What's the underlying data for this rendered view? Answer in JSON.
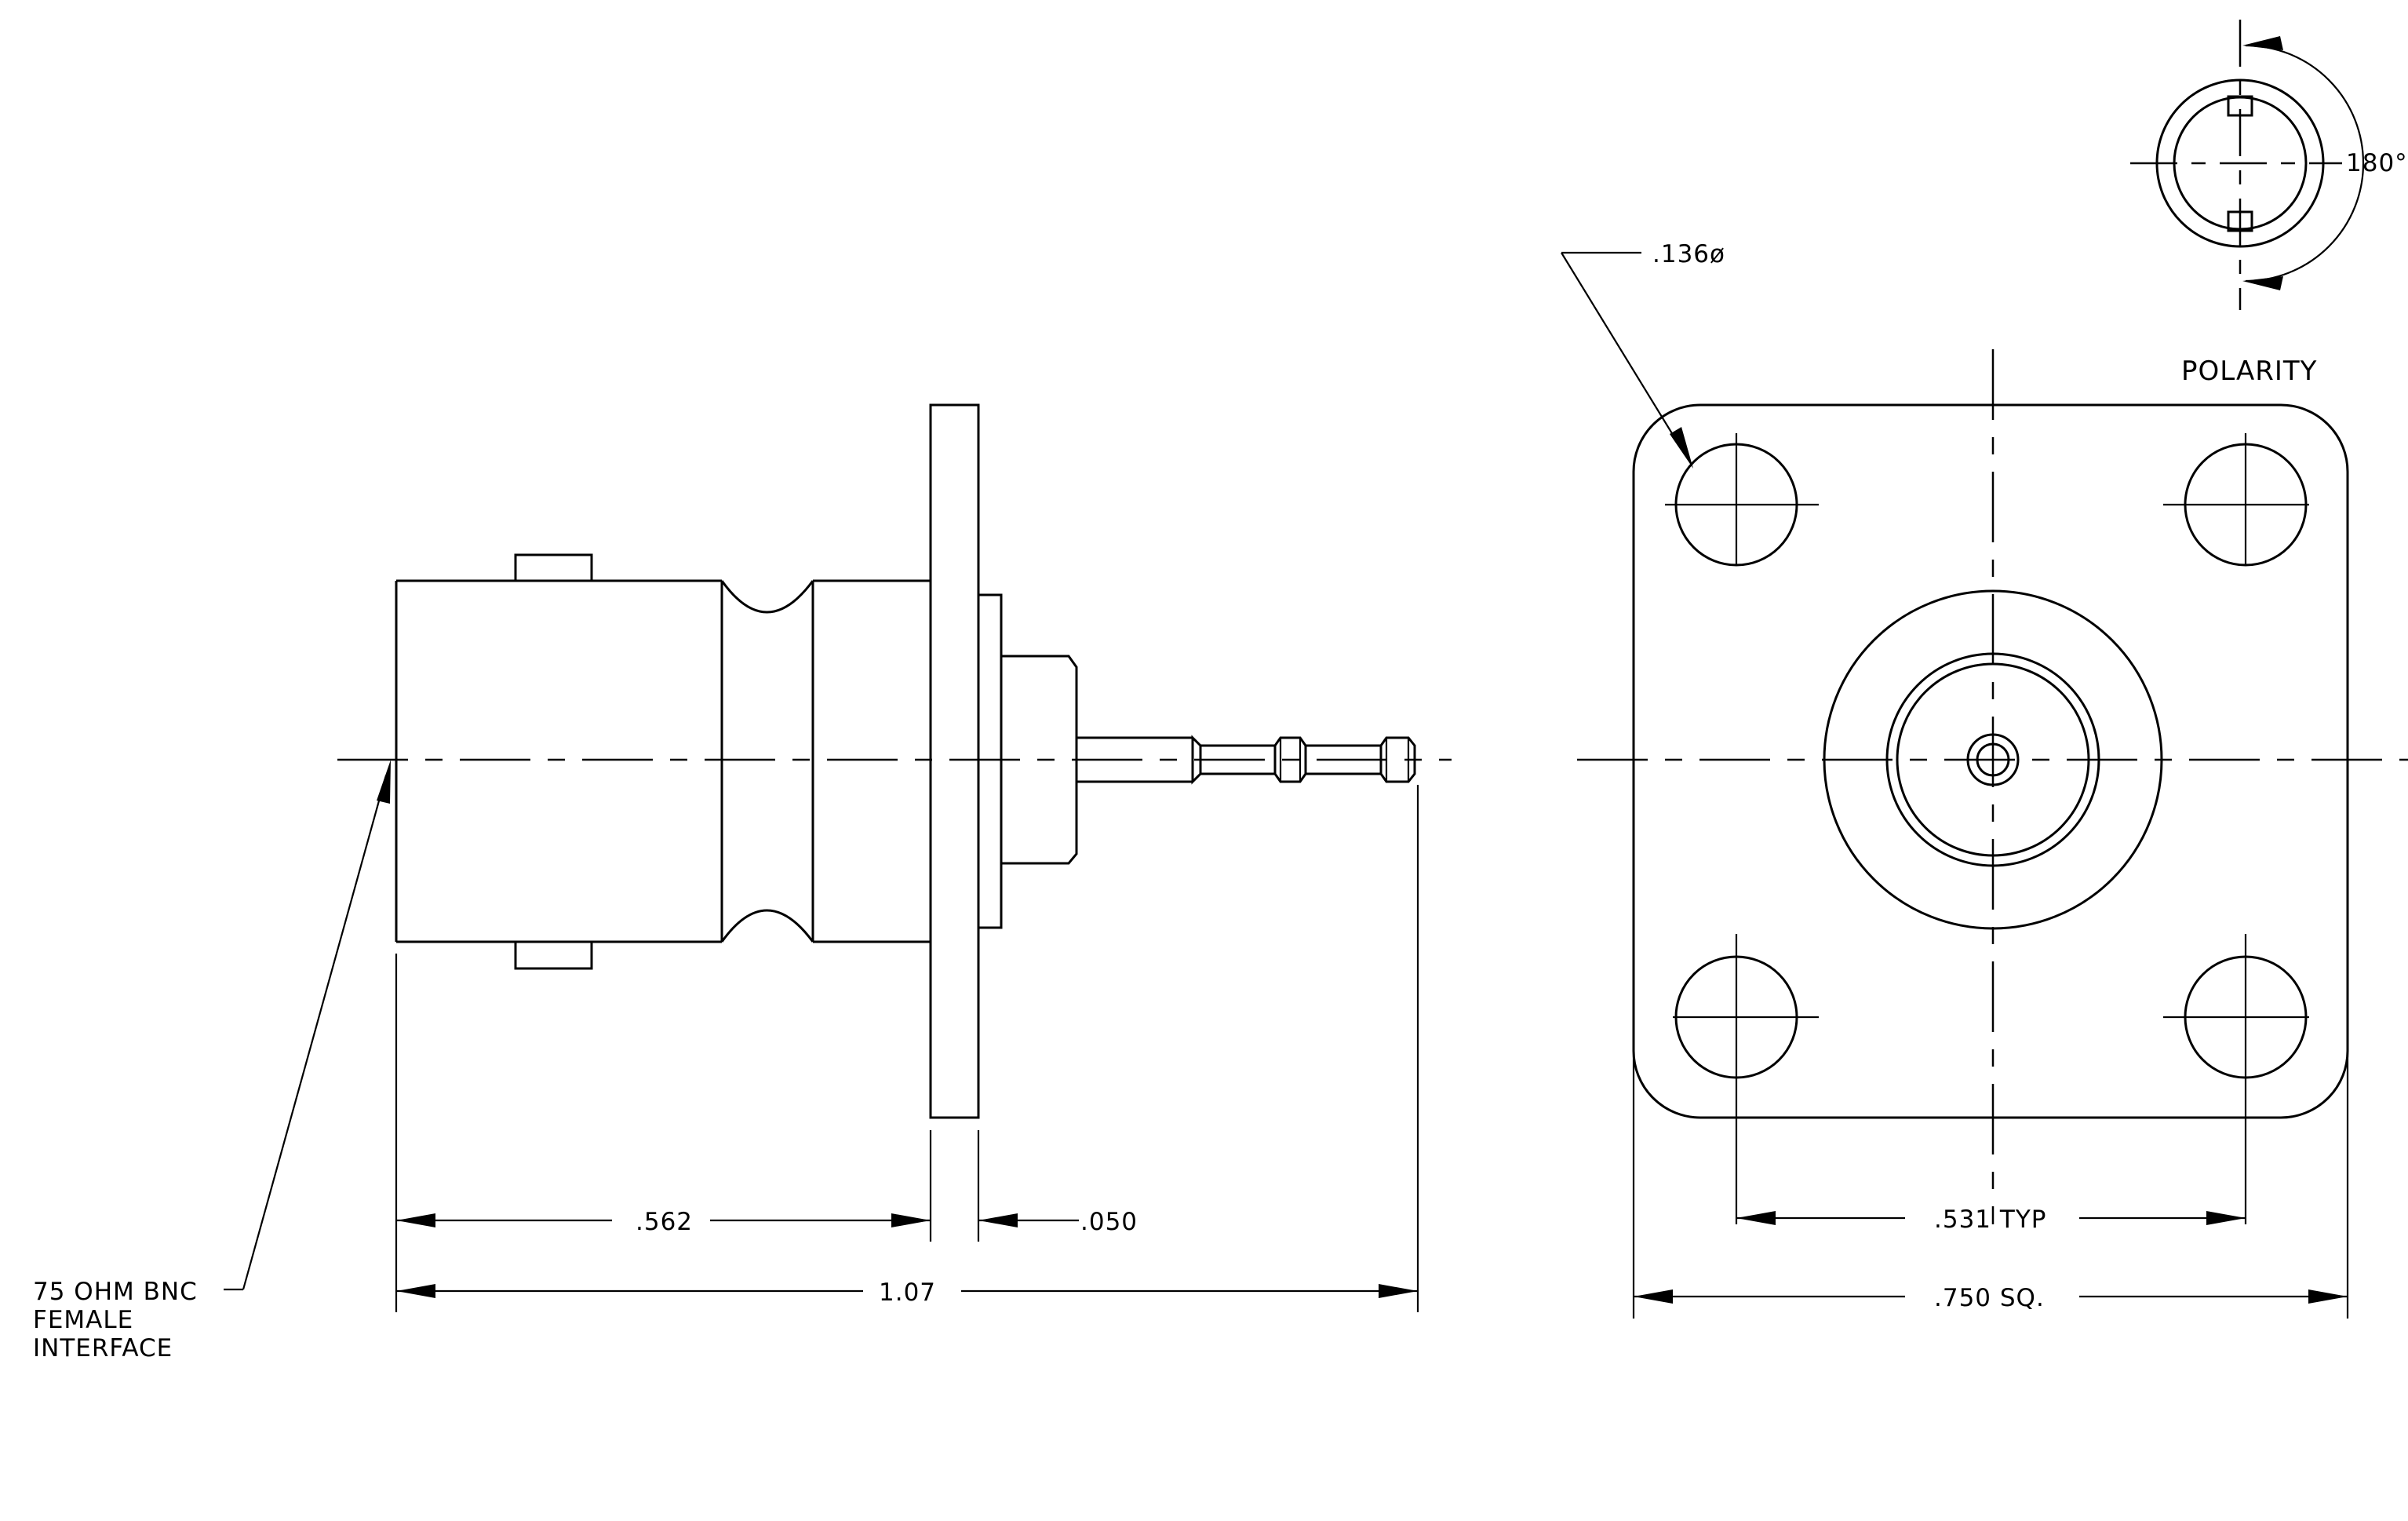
{
  "labels": {
    "interface_line1": "75 OHM BNC",
    "interface_line2": "FEMALE",
    "interface_line3": "INTERFACE",
    "dim_562": ".562",
    "dim_050": ".050",
    "dim_107": "1.07",
    "dim_531": ".531 TYP",
    "dim_750": ".750 SQ.",
    "hole_dia": ".136ø",
    "polarity": "POLARITY",
    "angle": "180°"
  }
}
